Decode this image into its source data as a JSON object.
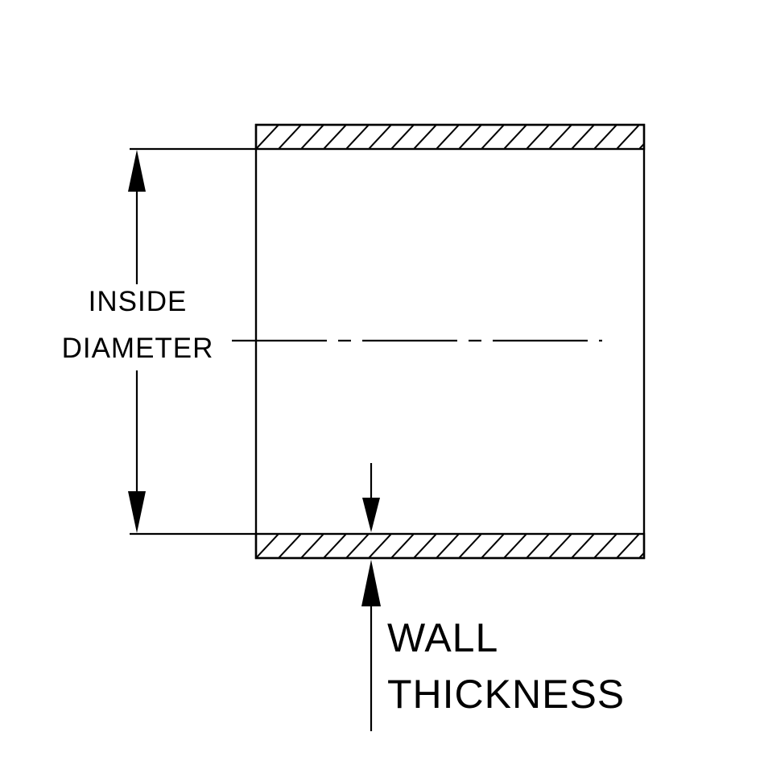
{
  "diagram": {
    "labels": {
      "inside_diameter": {
        "line1": "INSIDE",
        "line2": "DIAMETER"
      },
      "wall_thickness": {
        "line1": "WALL",
        "line2": "THICKNESS"
      }
    },
    "colors": {
      "ink": "#000000",
      "background": "#ffffff"
    }
  }
}
